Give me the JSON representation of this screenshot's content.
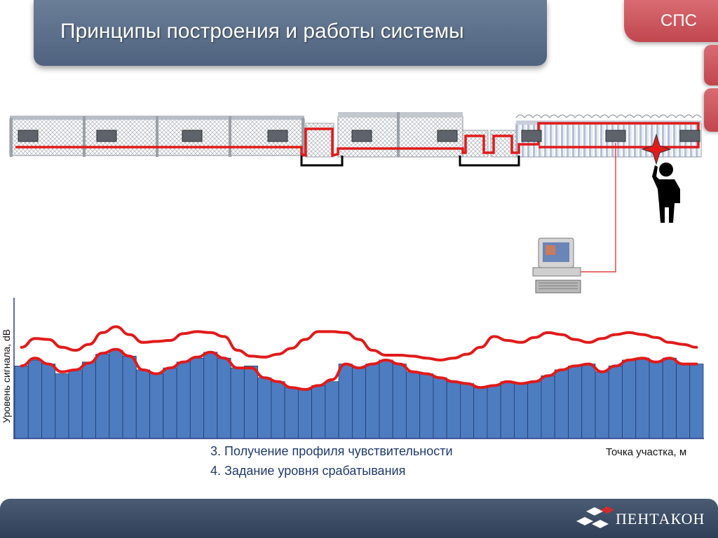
{
  "header": {
    "title": "Принципы построения и работы системы"
  },
  "tab": {
    "label": "СПС"
  },
  "captions": {
    "line3": "3. Получение профиля чувствительности",
    "line4": "4. Задание уровня срабатывания"
  },
  "logo": {
    "name": "ПЕНТАКОН"
  },
  "colors": {
    "bars": "#4e7cc0",
    "threshold": "#e11a1a",
    "title_bar": "#5a6e89",
    "tab": "#c9545b"
  },
  "chart_data": {
    "type": "bar",
    "ylabel": "Уровень сигнала, dB",
    "xlabel": "Точка участка, м",
    "values": [
      74,
      80,
      76,
      66,
      70,
      78,
      86,
      90,
      84,
      70,
      66,
      72,
      78,
      82,
      88,
      82,
      72,
      74,
      62,
      58,
      52,
      50,
      54,
      58,
      76,
      72,
      76,
      80,
      76,
      68,
      66,
      62,
      58,
      56,
      52,
      54,
      58,
      56,
      58,
      64,
      70,
      74,
      76,
      68,
      74,
      80,
      82,
      78,
      82,
      76,
      76
    ],
    "series": [
      {
        "values": [
          93,
          102,
          101,
          93,
          90,
          96,
          108,
          114,
          106,
          98,
          99,
          100,
          107,
          109,
          108,
          104,
          90,
          84,
          83,
          86,
          92,
          101,
          109,
          109,
          108,
          101,
          90,
          85,
          85,
          84,
          82,
          80,
          82,
          86,
          93,
          104,
          100,
          98,
          103,
          108,
          106,
          101,
          98,
          102,
          106,
          108,
          106,
          103,
          98,
          96,
          93
        ]
      },
      {
        "values": [
          74,
          82,
          76,
          68,
          70,
          77,
          87,
          91,
          84,
          70,
          66,
          72,
          78,
          83,
          88,
          82,
          72,
          72,
          62,
          58,
          52,
          50,
          54,
          60,
          76,
          72,
          76,
          80,
          76,
          68,
          66,
          62,
          58,
          56,
          52,
          54,
          58,
          56,
          58,
          64,
          70,
          74,
          76,
          68,
          74,
          80,
          82,
          78,
          82,
          76,
          76
        ]
      }
    ],
    "ylim": [
      0,
      140
    ]
  }
}
